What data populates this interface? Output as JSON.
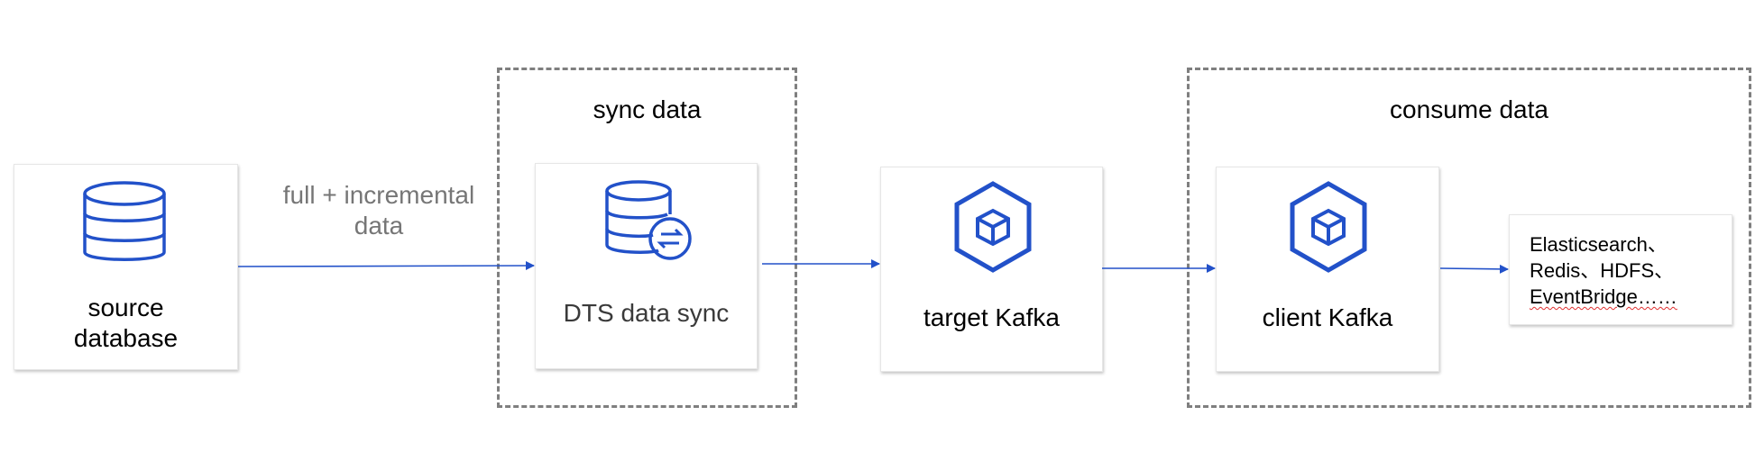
{
  "groups": {
    "sync": {
      "title": "sync data"
    },
    "consume": {
      "title": "consume data"
    }
  },
  "nodes": {
    "source": {
      "label_line1": "source",
      "label_line2": "database",
      "icon": "database-icon"
    },
    "dts": {
      "label": "DTS data sync",
      "icon": "database-sync-icon"
    },
    "target": {
      "label": "target Kafka",
      "icon": "kafka-hexagon-icon"
    },
    "client": {
      "label": "client Kafka",
      "icon": "kafka-hexagon-icon"
    },
    "downstream": {
      "line1": "Elasticsearch、",
      "line2": "Redis、HDFS、",
      "line3": "EventBridge……"
    }
  },
  "edges": {
    "source_to_dts": {
      "label_line1": "full + incremental",
      "label_line2": "data"
    }
  },
  "colors": {
    "accent": "#2251c9",
    "dashed": "#7f7f7f",
    "edge_label": "#767676"
  }
}
